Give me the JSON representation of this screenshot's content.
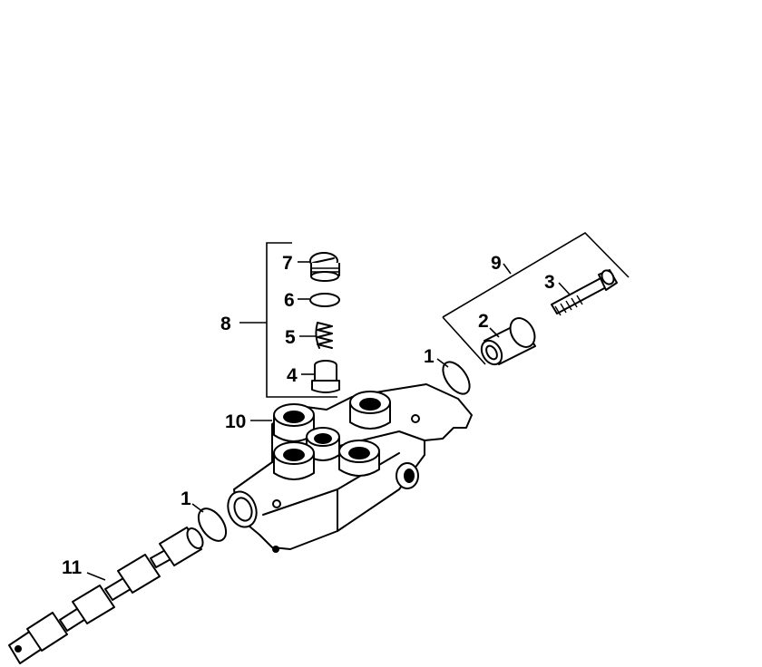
{
  "callouts": {
    "c1_top": "1",
    "c1_bottom": "1",
    "c2": "2",
    "c3": "3",
    "c4": "4",
    "c5": "5",
    "c6": "6",
    "c7": "7",
    "c8": "8",
    "c9": "9",
    "c10": "10",
    "c11": "11"
  },
  "colors": {
    "ink": "#000000",
    "paper": "#ffffff"
  }
}
